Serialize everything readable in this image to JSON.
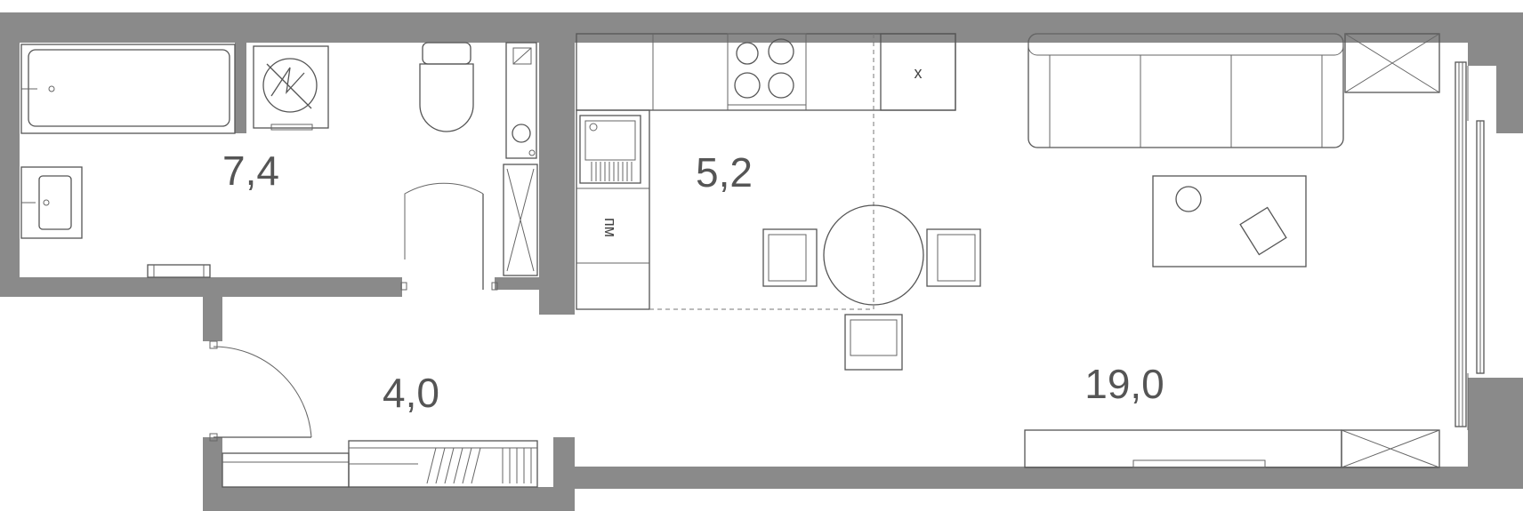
{
  "rooms": [
    {
      "id": "bathroom",
      "area": "7,4"
    },
    {
      "id": "kitchen",
      "area": "5,2"
    },
    {
      "id": "hallway",
      "area": "4,0"
    },
    {
      "id": "living-room",
      "area": "19,0"
    }
  ],
  "labels": {
    "refrigerator": "х",
    "dishwasher": "пм"
  },
  "colors": {
    "wall": "#8a8a8a",
    "line": "#555555",
    "text": "#555555"
  }
}
